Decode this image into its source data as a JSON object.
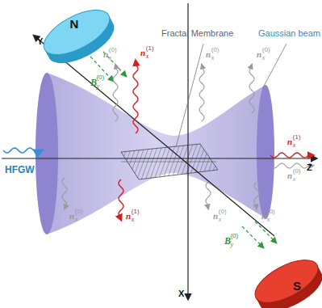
{
  "diagram": {
    "nodes": [
      {
        "text": [
          "N"
        ]
      },
      {
        "text": [
          "S"
        ]
      }
    ],
    "labels": [
      "Fractal Membrane",
      "Gaussian beam",
      "HFGW",
      "Y",
      "Z",
      "X",
      "B",
      "y",
      "(0)",
      "B",
      "y",
      "(0)",
      "n",
      "x",
      "(0)",
      "n",
      "x",
      "(1)",
      "n",
      "x",
      "(0)",
      "n",
      "x",
      "(0)",
      "n",
      "x",
      "(0)",
      "n",
      "x",
      "(1)",
      "n",
      "x",
      "(0)",
      "n",
      "x",
      "(0)",
      "n",
      "x",
      "(1)",
      "n",
      "x",
      "(0)"
    ]
  }
}
